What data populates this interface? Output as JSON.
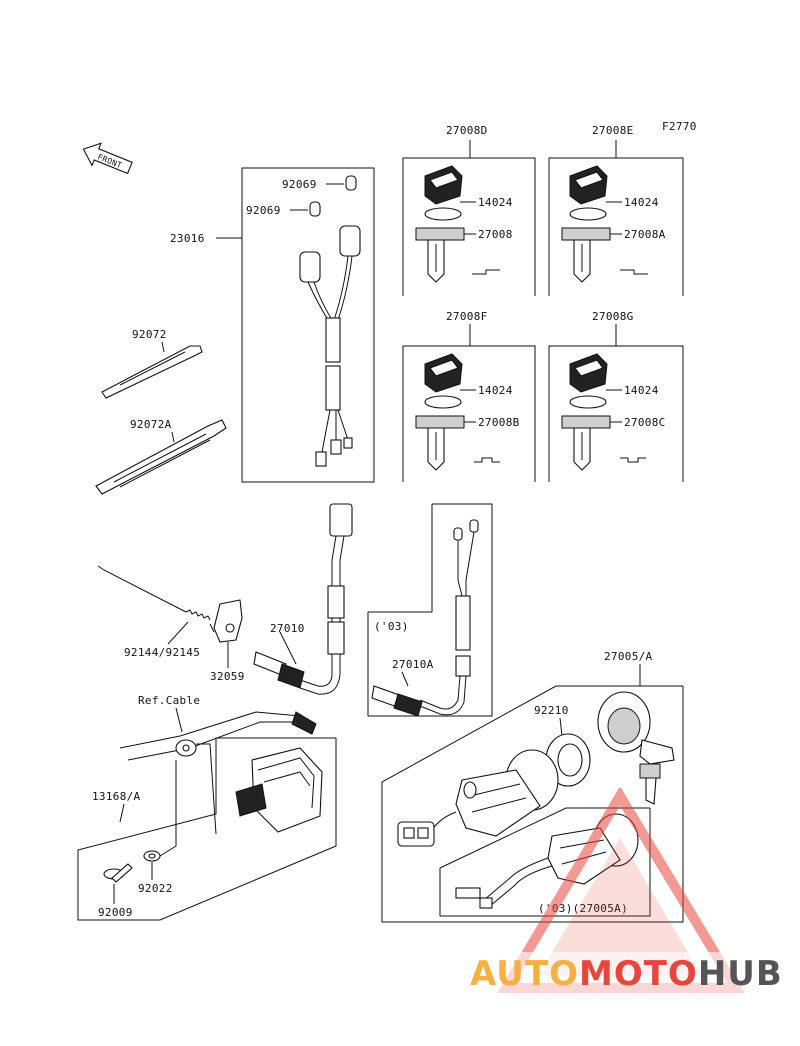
{
  "diagram": {
    "figure_code": "F2770",
    "front_label": "FRONT",
    "labels": {
      "p27008D": "27008D",
      "p27008E": "27008E",
      "p27008F": "27008F",
      "p27008G": "27008G",
      "p14024a": "14024",
      "p14024b": "14024",
      "p14024c": "14024",
      "p14024d": "14024",
      "p27008": "27008",
      "p27008A": "27008A",
      "p27008B": "27008B",
      "p27008C": "27008C",
      "p92069a": "92069",
      "p92069b": "92069",
      "p23016": "23016",
      "p92072": "92072",
      "p92072A": "92072A",
      "p92144": "92144/92145",
      "p32059": "32059",
      "p27010": "27010",
      "p03a": "('03)",
      "p27010A": "27010A",
      "p27005A": "27005/A",
      "p92210": "92210",
      "pRefCable": "Ref.Cable",
      "p13168A": "13168/A",
      "p92022": "92022",
      "p92009": "92009",
      "p03b": "('03)(27005A)"
    }
  },
  "watermark": {
    "part1": "AUTO",
    "part2": "MOTO",
    "part3": "HUB",
    "color1": "#f5b041",
    "color2": "#e8453c",
    "color3": "#555555"
  }
}
